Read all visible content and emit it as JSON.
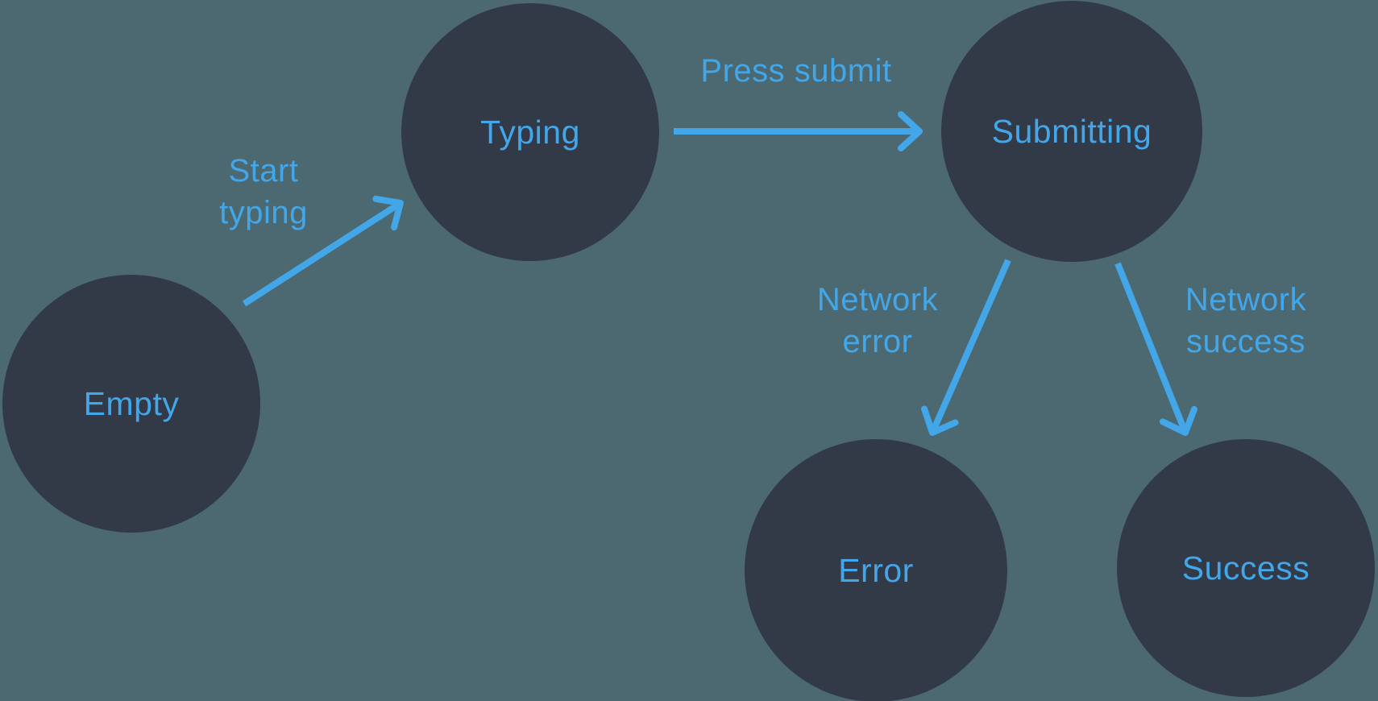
{
  "diagram": {
    "type": "state-machine",
    "colors": {
      "background": "#4C6971",
      "node_fill": "#323A48",
      "accent": "#42A6E8"
    },
    "nodes": [
      {
        "id": "empty",
        "label": "Empty"
      },
      {
        "id": "typing",
        "label": "Typing"
      },
      {
        "id": "submitting",
        "label": "Submitting"
      },
      {
        "id": "error",
        "label": "Error"
      },
      {
        "id": "success",
        "label": "Success"
      }
    ],
    "edges": [
      {
        "from": "empty",
        "to": "typing",
        "label": "Start typing",
        "label_lines": [
          "Start",
          "typing"
        ]
      },
      {
        "from": "typing",
        "to": "submitting",
        "label": "Press submit",
        "label_lines": [
          "Press submit"
        ]
      },
      {
        "from": "submitting",
        "to": "error",
        "label": "Network error",
        "label_lines": [
          "Network",
          "error"
        ]
      },
      {
        "from": "submitting",
        "to": "success",
        "label": "Network success",
        "label_lines": [
          "Network",
          "success"
        ]
      }
    ]
  }
}
